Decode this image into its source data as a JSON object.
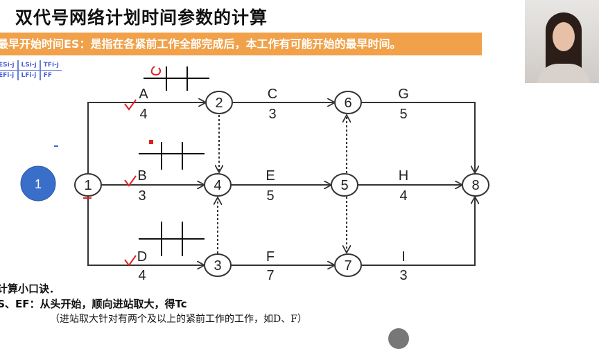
{
  "title": "双代号网络计划时间参数的计算",
  "banner": "最早开始时间ES：是指在各紧前工作全部完成后，本工作有可能开始的最早时间。",
  "legend": {
    "row1": [
      "ESi-j",
      "LSi-j",
      "TFi-j"
    ],
    "row2": [
      "EFi-j",
      "LFi-j",
      "FF"
    ]
  },
  "nodes": [
    "1",
    "2",
    "3",
    "4",
    "5",
    "6",
    "7",
    "8"
  ],
  "activities": [
    {
      "name": "A",
      "duration": "4"
    },
    {
      "name": "B",
      "duration": "3"
    },
    {
      "name": "D",
      "duration": "4"
    },
    {
      "name": "C",
      "duration": "3"
    },
    {
      "name": "E",
      "duration": "5"
    },
    {
      "name": "F",
      "duration": "7"
    },
    {
      "name": "G",
      "duration": "5"
    },
    {
      "name": "H",
      "duration": "4"
    },
    {
      "name": "I",
      "duration": "3"
    }
  ],
  "annotation_number": "1",
  "colors": {
    "banner": "#f0a14a",
    "legend": "#4a5fd0",
    "badge": "#3a6fc9",
    "mark": "#e02020"
  },
  "tips": {
    "line1": "计算小口诀．",
    "line2": "ES、EF：从头开始，顺向进站取大，得Tc",
    "line3": "（进站取大针对有两个及以上的紧前工作的工作，如D、F）"
  }
}
